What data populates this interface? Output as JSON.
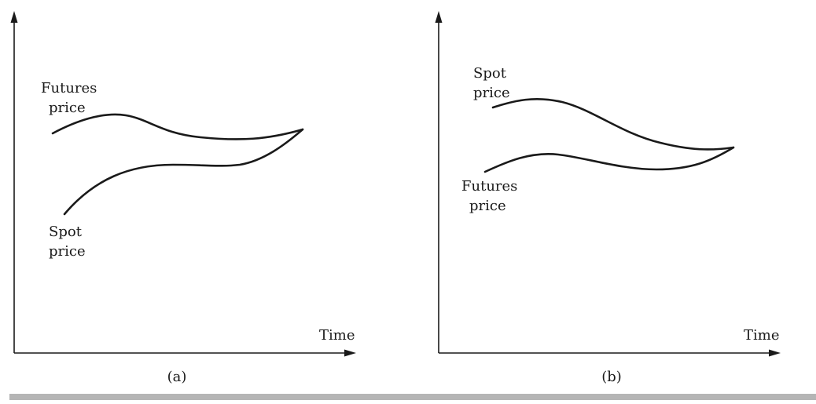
{
  "chart_data": [
    {
      "type": "line",
      "panel_label": "(a)",
      "xlabel": "Time",
      "series": [
        {
          "name": "Futures price",
          "values": [
            [
              0.0,
              0.62
            ],
            [
              0.1,
              0.69
            ],
            [
              0.25,
              0.72
            ],
            [
              0.4,
              0.65
            ],
            [
              0.6,
              0.6
            ],
            [
              0.8,
              0.61
            ],
            [
              1.0,
              0.66
            ]
          ]
        },
        {
          "name": "Spot price",
          "values": [
            [
              0.05,
              0.39
            ],
            [
              0.2,
              0.52
            ],
            [
              0.4,
              0.58
            ],
            [
              0.55,
              0.58
            ],
            [
              0.7,
              0.57
            ],
            [
              0.87,
              0.6
            ],
            [
              1.0,
              0.66
            ]
          ]
        }
      ]
    },
    {
      "type": "line",
      "panel_label": "(b)",
      "xlabel": "Time",
      "series": [
        {
          "name": "Spot price",
          "values": [
            [
              0.0,
              0.76
            ],
            [
              0.15,
              0.81
            ],
            [
              0.3,
              0.79
            ],
            [
              0.5,
              0.7
            ],
            [
              0.7,
              0.61
            ],
            [
              0.85,
              0.59
            ],
            [
              1.0,
              0.6
            ]
          ]
        },
        {
          "name": "Futures price",
          "values": [
            [
              0.0,
              0.52
            ],
            [
              0.2,
              0.59
            ],
            [
              0.4,
              0.57
            ],
            [
              0.6,
              0.54
            ],
            [
              0.8,
              0.55
            ],
            [
              1.0,
              0.6
            ]
          ]
        }
      ]
    }
  ]
}
